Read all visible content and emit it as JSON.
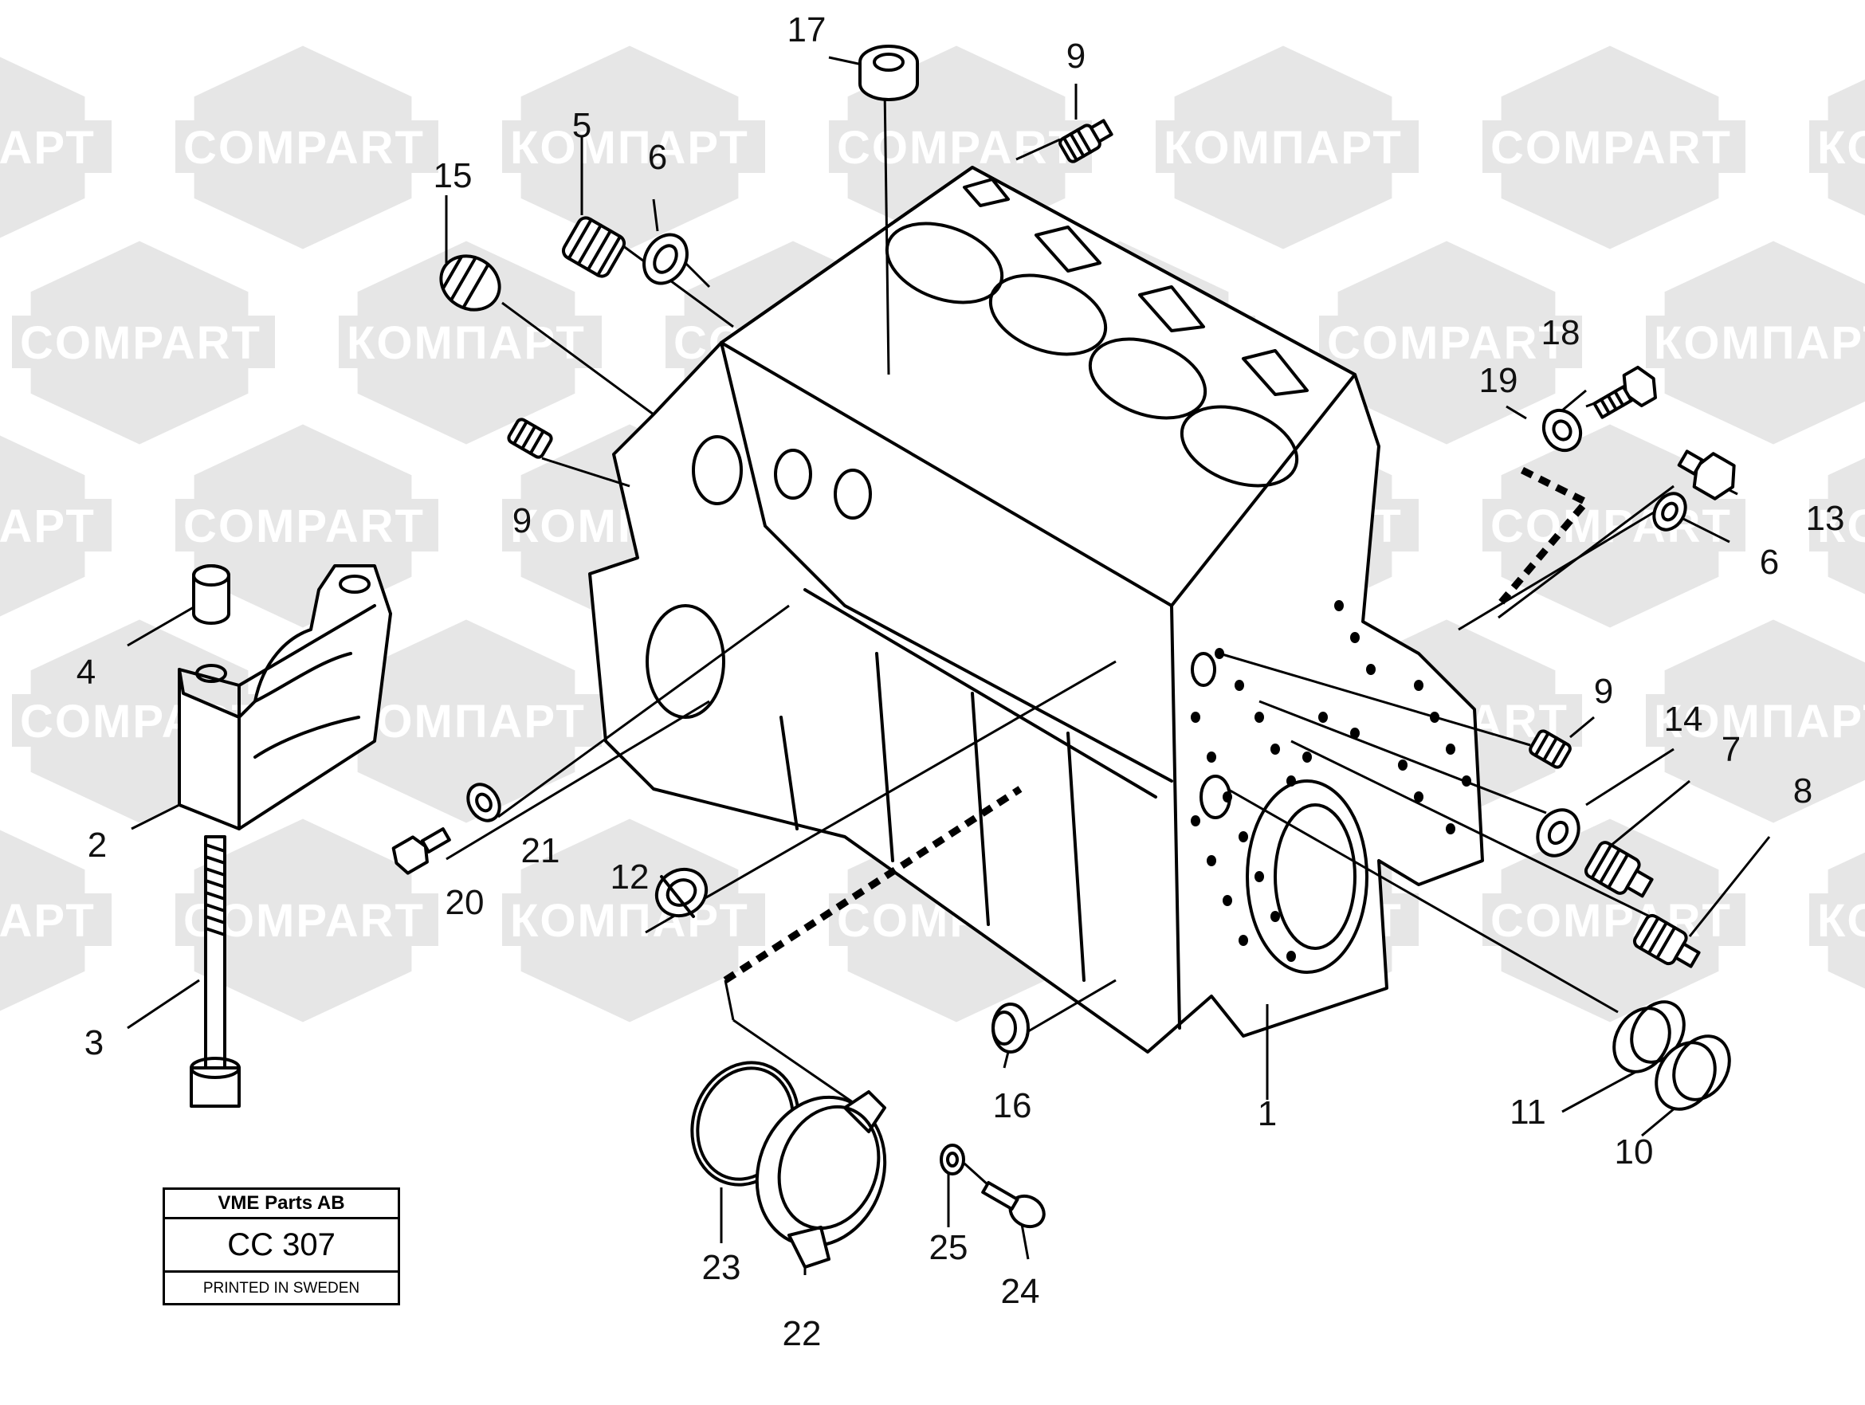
{
  "watermark": {
    "latin": "COMPART",
    "cyrillic": "КОМПАРТ",
    "color": "#e6e6e6"
  },
  "stamp": {
    "company": "VME Parts AB",
    "code": "CC 307",
    "printed": "PRINTED IN SWEDEN"
  },
  "callouts": [
    "17",
    "9",
    "5",
    "6",
    "15",
    "18",
    "19",
    "13",
    "6",
    "9",
    "4",
    "2",
    "9",
    "14",
    "7",
    "8",
    "21",
    "20",
    "12",
    "3",
    "16",
    "1",
    "11",
    "10",
    "23",
    "25",
    "24",
    "22"
  ]
}
